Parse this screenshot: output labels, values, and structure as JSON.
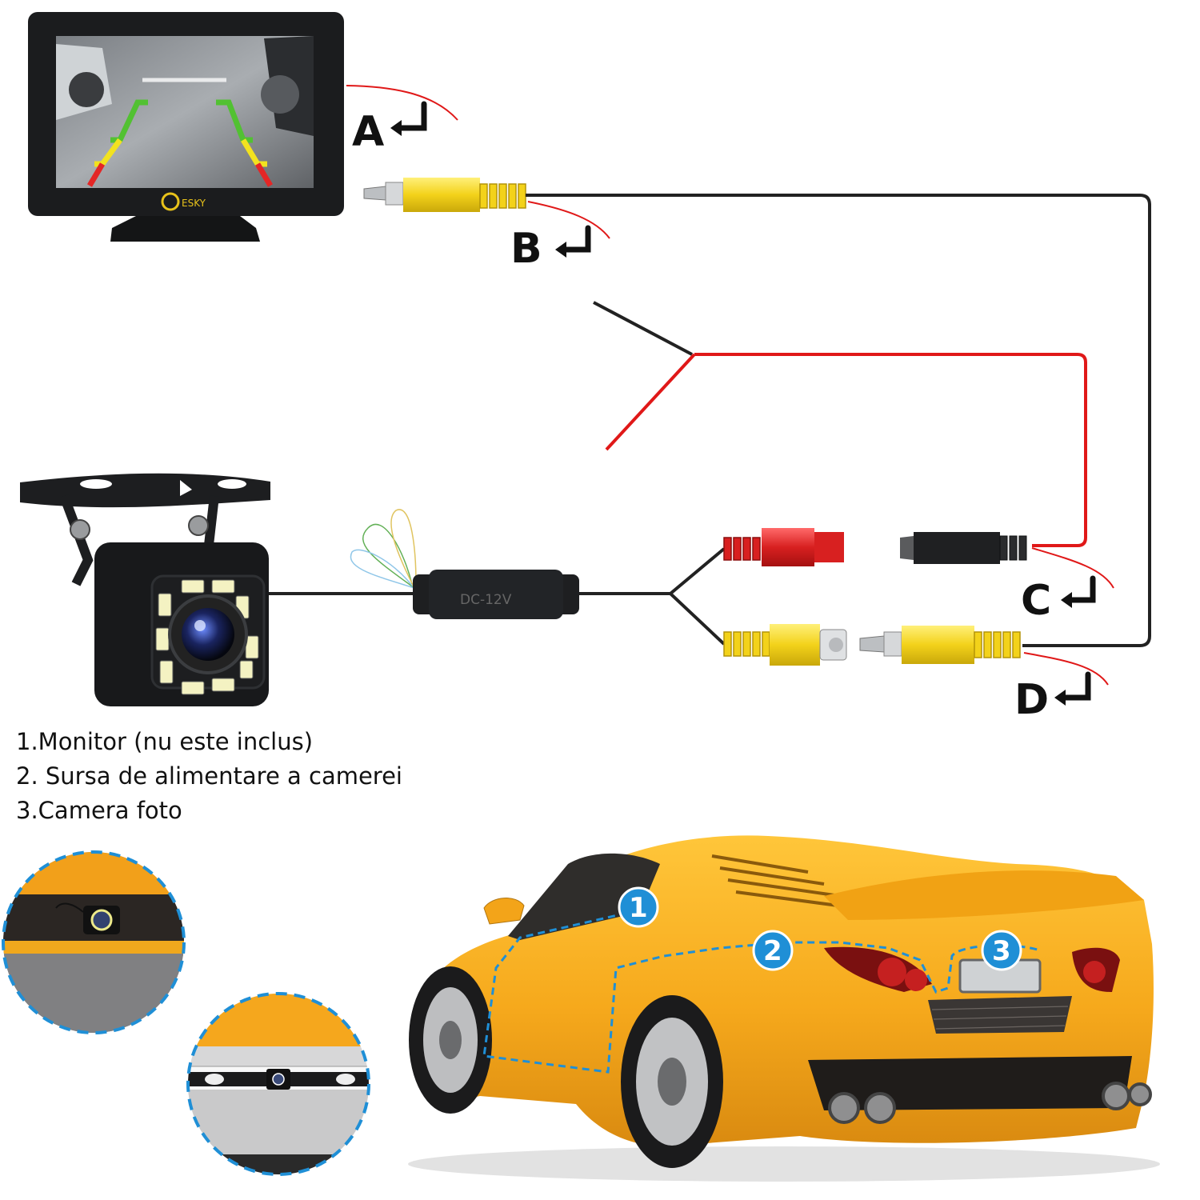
{
  "monitor": {
    "brand": "ESKY"
  },
  "connector_labels": [
    "A",
    "B",
    "C",
    "D"
  ],
  "power_box": {
    "label": "DC-12V"
  },
  "legend": [
    "1.Monitor (nu este inclus)",
    "2. Sursa de alimentare a camerei",
    "3.Camera foto"
  ],
  "install_points": [
    "1",
    "2",
    "3"
  ],
  "colors": {
    "cable": "#222222",
    "power_wire": "#e01818",
    "rca_yellow": "#f3d21a",
    "rca_red": "#d82020",
    "car_body": "#f6a91c",
    "marker_blue": "#1f8fd6"
  }
}
